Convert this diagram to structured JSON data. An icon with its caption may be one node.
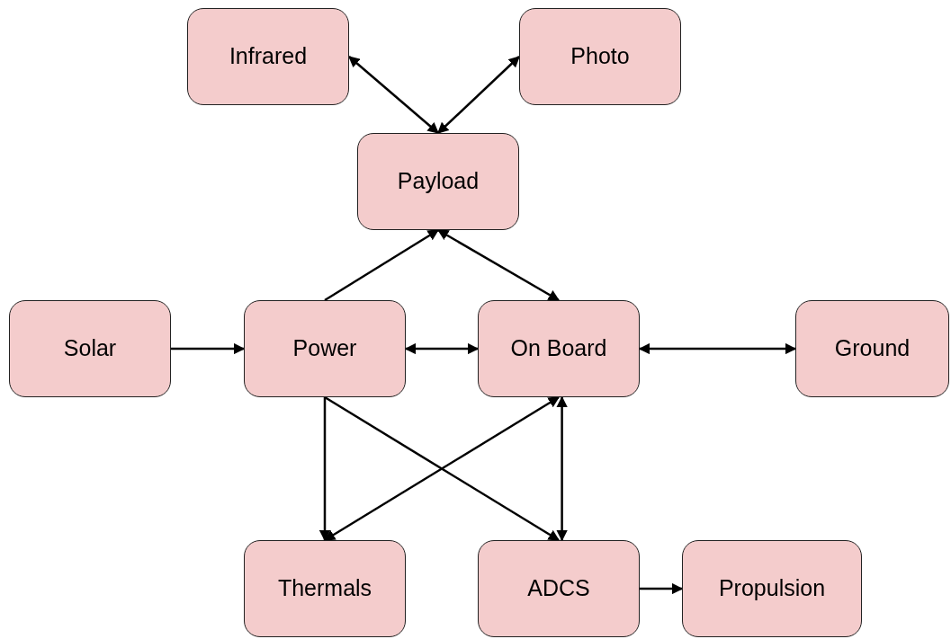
{
  "diagram": {
    "nodes": [
      {
        "text": [
          "Infrared"
        ]
      },
      {
        "text": [
          "Photo"
        ]
      },
      {
        "text": [
          "Payload"
        ]
      },
      {
        "text": [
          "Solar"
        ]
      },
      {
        "text": [
          "Power"
        ]
      },
      {
        "text": [
          "On Board"
        ]
      },
      {
        "text": [
          "Ground"
        ]
      },
      {
        "text": [
          "Thermals"
        ]
      },
      {
        "text": [
          "ADCS"
        ]
      },
      {
        "text": [
          "Propulsion"
        ]
      }
    ],
    "edges": [
      {
        "from": 0,
        "to": 2,
        "arrow": "both"
      },
      {
        "from": 1,
        "to": 2,
        "arrow": "both"
      },
      {
        "from": 4,
        "to": 2,
        "arrow": "to"
      },
      {
        "from": 2,
        "to": 5,
        "arrow": "both"
      },
      {
        "from": 3,
        "to": 4,
        "arrow": "to"
      },
      {
        "from": 4,
        "to": 5,
        "arrow": "both"
      },
      {
        "from": 5,
        "to": 6,
        "arrow": "both"
      },
      {
        "from": 4,
        "to": 7,
        "arrow": "to"
      },
      {
        "from": 4,
        "to": 8,
        "arrow": "to"
      },
      {
        "from": 5,
        "to": 7,
        "arrow": "both"
      },
      {
        "from": 5,
        "to": 8,
        "arrow": "both"
      },
      {
        "from": 8,
        "to": 9,
        "arrow": "to"
      }
    ]
  }
}
